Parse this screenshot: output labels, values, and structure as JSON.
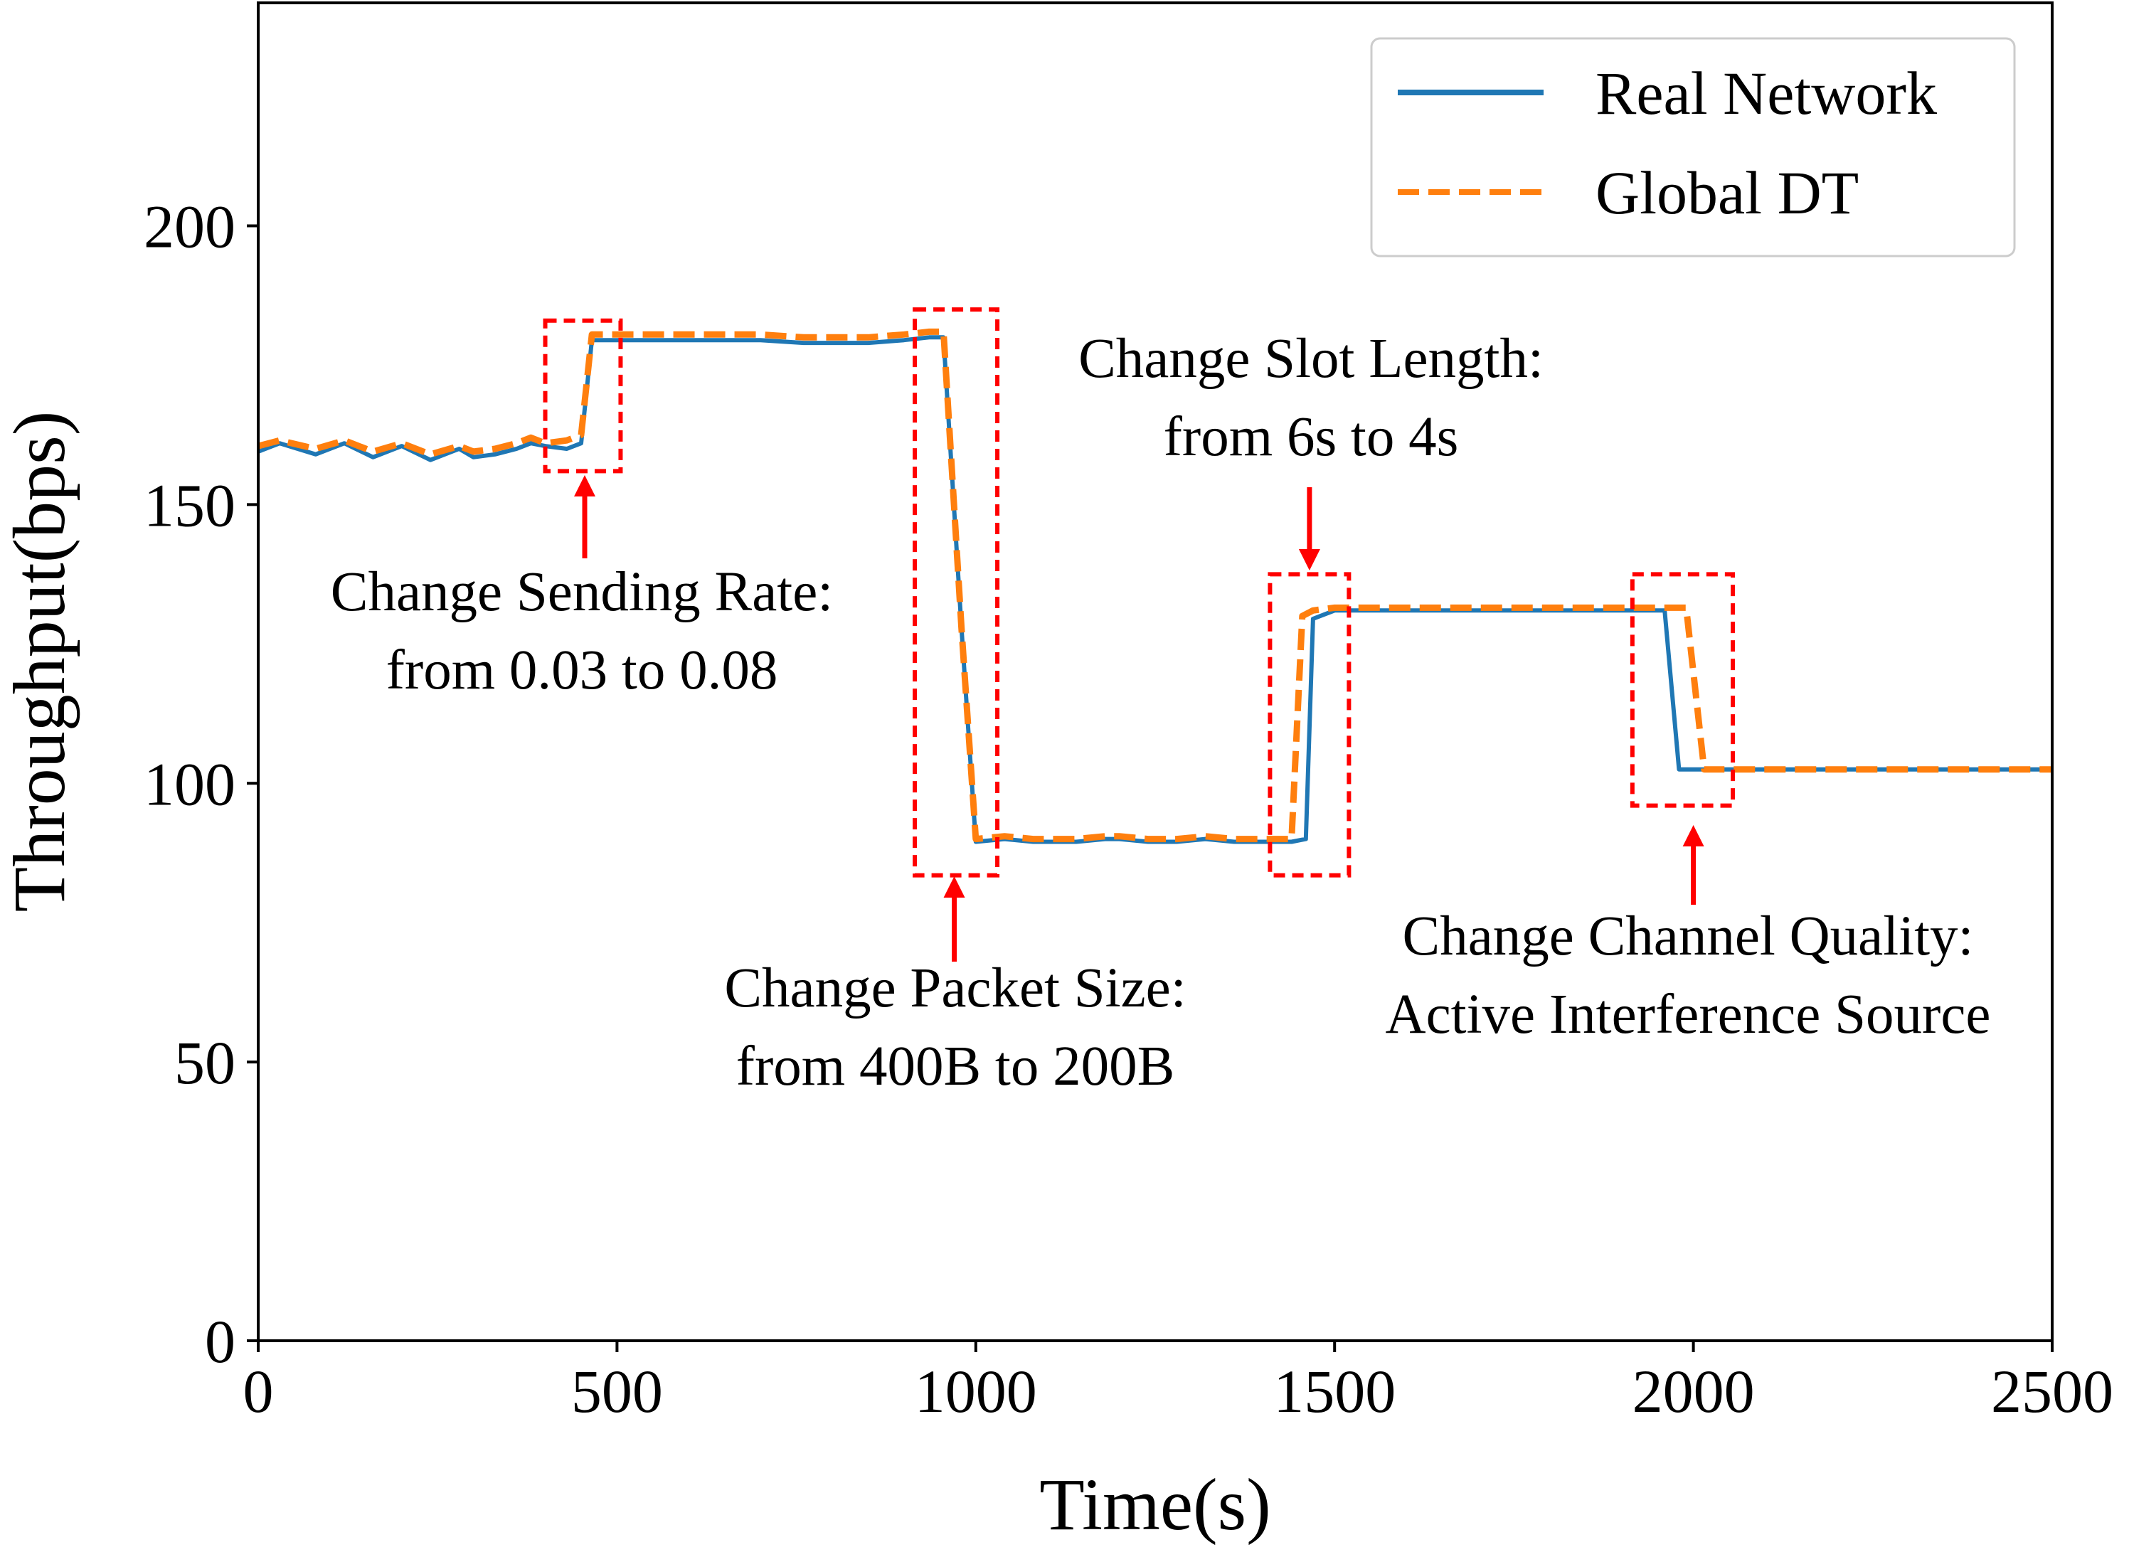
{
  "chart_data": {
    "type": "line",
    "title": "",
    "xlabel": "Time(s)",
    "ylabel": "Throughput(bps)",
    "xlim": [
      0,
      2500
    ],
    "ylim": [
      0,
      240
    ],
    "xticks": [
      0,
      500,
      1000,
      1500,
      2000,
      2500
    ],
    "yticks": [
      0,
      50,
      100,
      150,
      200
    ],
    "grid": false,
    "legend_position": "top-right",
    "series": [
      {
        "name": "Real Network",
        "color": "#1f77b4",
        "style": "solid",
        "x": [
          0,
          30,
          80,
          120,
          160,
          200,
          240,
          280,
          300,
          330,
          360,
          380,
          400,
          430,
          450,
          465,
          490,
          540,
          600,
          660,
          700,
          760,
          800,
          850,
          900,
          935,
          955,
          980,
          1000,
          1040,
          1080,
          1100,
          1140,
          1180,
          1200,
          1240,
          1280,
          1320,
          1360,
          1400,
          1440,
          1460,
          1470,
          1500,
          1560,
          1700,
          1850,
          1960,
          1980,
          2500
        ],
        "y": [
          159.5,
          161,
          159,
          161,
          158.5,
          160.5,
          158,
          160,
          158.5,
          159,
          160,
          161,
          160.5,
          160,
          161,
          179.5,
          179.5,
          179.5,
          179.5,
          179.5,
          179.5,
          179,
          179,
          179,
          179.5,
          180,
          180,
          128,
          89.5,
          90,
          89.5,
          89.5,
          89.5,
          90,
          90,
          89.5,
          89.5,
          90,
          89.5,
          89.5,
          89.5,
          90,
          129.5,
          131,
          131,
          131,
          131,
          131,
          102.5,
          102.5
        ]
      },
      {
        "name": "Global DT",
        "color": "#ff7f0e",
        "style": "dashed",
        "x": [
          0,
          30,
          80,
          120,
          160,
          200,
          240,
          280,
          300,
          330,
          360,
          380,
          400,
          430,
          450,
          465,
          490,
          540,
          600,
          660,
          700,
          760,
          800,
          850,
          900,
          935,
          955,
          980,
          1000,
          1040,
          1080,
          1100,
          1140,
          1180,
          1200,
          1240,
          1280,
          1320,
          1360,
          1400,
          1440,
          1455,
          1470,
          1500,
          1560,
          1700,
          1850,
          1990,
          2015,
          2500
        ],
        "y": [
          160.5,
          161.5,
          160,
          161.5,
          159.5,
          161,
          159,
          160.5,
          159.5,
          160,
          161,
          162,
          161,
          161.5,
          162.5,
          180.5,
          180.5,
          180.5,
          180.5,
          180.5,
          180.5,
          180,
          180,
          180,
          180.5,
          181,
          181,
          128,
          90,
          90.5,
          90,
          90,
          90,
          90.5,
          90.5,
          90,
          90,
          90.5,
          90,
          90,
          90,
          130,
          131,
          131.5,
          131.5,
          131.5,
          131.5,
          131.5,
          102.5,
          102.5
        ]
      }
    ],
    "annotations": [
      {
        "lines": [
          "Change Sending Rate:",
          "from 0.03 to 0.08"
        ],
        "box_x": [
          400,
          505
        ],
        "box_y": [
          156,
          183
        ],
        "arrow_x": 455
      },
      {
        "lines": [
          "Change Packet Size:",
          "from 400B to 200B"
        ],
        "box_x": [
          915,
          1030
        ],
        "box_y": [
          83.5,
          185
        ],
        "arrow_x": 970
      },
      {
        "lines": [
          "Change Slot Length:",
          "from 6s to 4s"
        ],
        "box_x": [
          1410,
          1520
        ],
        "box_y": [
          83.5,
          137.5
        ],
        "arrow_x": 1465
      },
      {
        "lines": [
          "Change Channel Quality:",
          "Active Interference Source"
        ],
        "box_x": [
          1915,
          2055
        ],
        "box_y": [
          96,
          137.5
        ],
        "arrow_x": 2000
      }
    ]
  }
}
